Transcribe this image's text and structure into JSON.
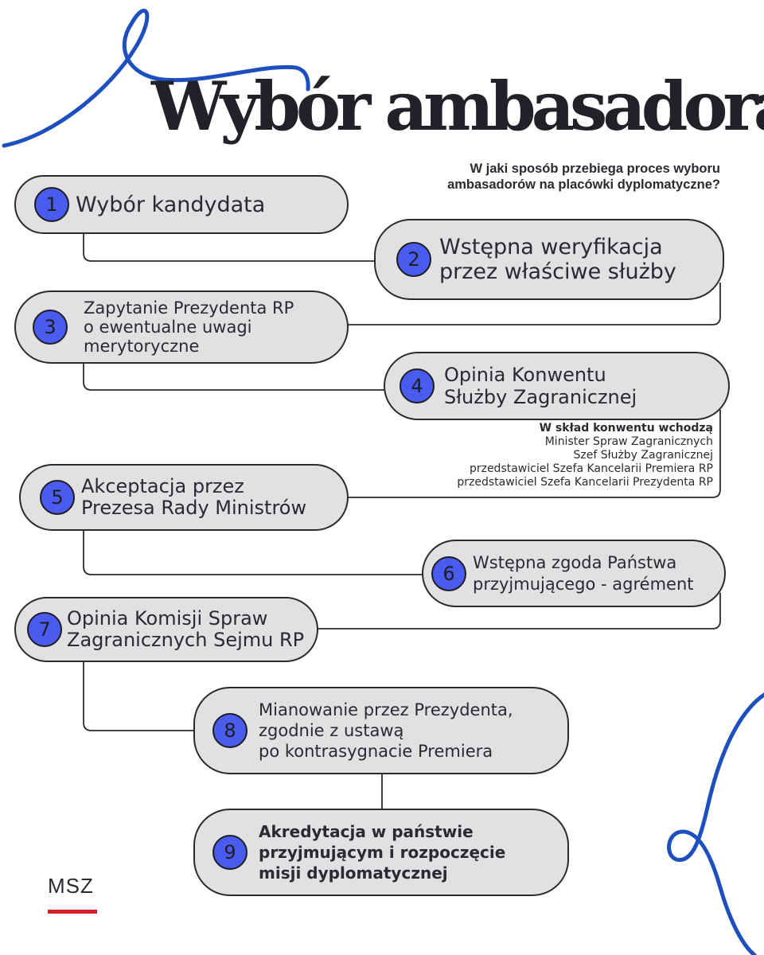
{
  "title": "Wybór ambasadora",
  "subtitle": "W jaki sposób przebiega proces wyboru ambasadorów na placówki dyplomatyczne?",
  "steps": [
    {
      "number": "1",
      "label": "Wybór kandydata"
    },
    {
      "number": "2",
      "label": "Wstępna weryfikacja\nprzez właściwe służby"
    },
    {
      "number": "3",
      "label": "Zapytanie Prezydenta RP\no ewentualne uwagi\nmerytoryczne"
    },
    {
      "number": "4",
      "label": "Opinia Konwentu\nSłużby Zagranicznej"
    },
    {
      "number": "5",
      "label": "Akceptacja przez\nPrezesa Rady Ministrów"
    },
    {
      "number": "6",
      "label": "Wstępna zgoda Państwa\nprzyjmującego - agrément"
    },
    {
      "number": "7",
      "label": "Opinia Komisji Spraw\nZagranicznych Sejmu RP"
    },
    {
      "number": "8",
      "label": "Mianowanie przez Prezydenta,\nzgodnie z ustawą\npo kontrasygnacie Premiera"
    },
    {
      "number": "9",
      "label": "Akredytacja w państwie\nprzyjmującym i rozpoczęcie\nmisji dyplomatycznej"
    }
  ],
  "convent_note": {
    "heading": "W skład konwentu wchodzą",
    "members": [
      "Minister Spraw Zagranicznych",
      "Szef Służby Zagranicznej",
      "przedstawiciel Szefa Kancelarii Premiera RP",
      "przedstawiciel Szefa Kancelarii Prezydenta RP"
    ]
  },
  "logo": {
    "text": "MSZ"
  },
  "colors": {
    "accent_blue": "#1e4fbf",
    "number_fill": "#4a5cf0",
    "pill_fill": "#e1e1e3",
    "logo_bar": "#d1202a"
  }
}
